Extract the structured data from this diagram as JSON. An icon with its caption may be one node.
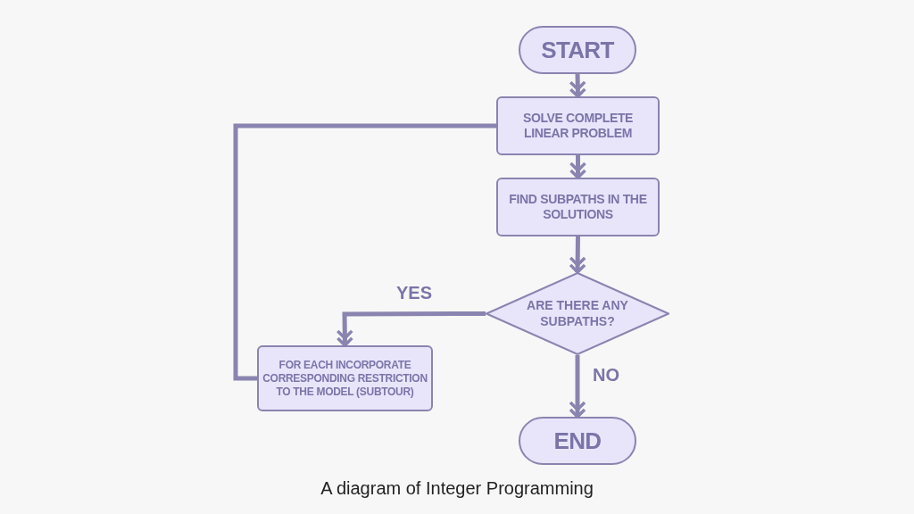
{
  "diagram": {
    "caption": "A diagram of Integer Programming",
    "nodes": [
      {
        "text": [
          "START"
        ]
      },
      {
        "text": [
          "SOLVE COMPLETE LINEAR PROBLEM"
        ]
      },
      {
        "text": [
          "FIND SUBPATHS IN THE SOLUTIONS"
        ]
      },
      {
        "text": [
          "ARE THERE ANY SUBPATHS?"
        ]
      },
      {
        "text": [
          "FOR EACH INCORPORATE CORRESPONDING RESTRICTION TO THE MODEL (SUBTOUR)"
        ]
      },
      {
        "text": [
          "END"
        ]
      }
    ],
    "edges": [
      {
        "from": 0,
        "to": 1,
        "arrow": "to"
      },
      {
        "from": 1,
        "to": 2,
        "arrow": "to"
      },
      {
        "from": 2,
        "to": 3,
        "arrow": "to"
      },
      {
        "from": 3,
        "to": 4,
        "arrow": "to",
        "label": "YES"
      },
      {
        "from": 3,
        "to": 5,
        "arrow": "to",
        "label": "NO"
      },
      {
        "from": 4,
        "to": 1,
        "arrow": "none"
      }
    ]
  }
}
